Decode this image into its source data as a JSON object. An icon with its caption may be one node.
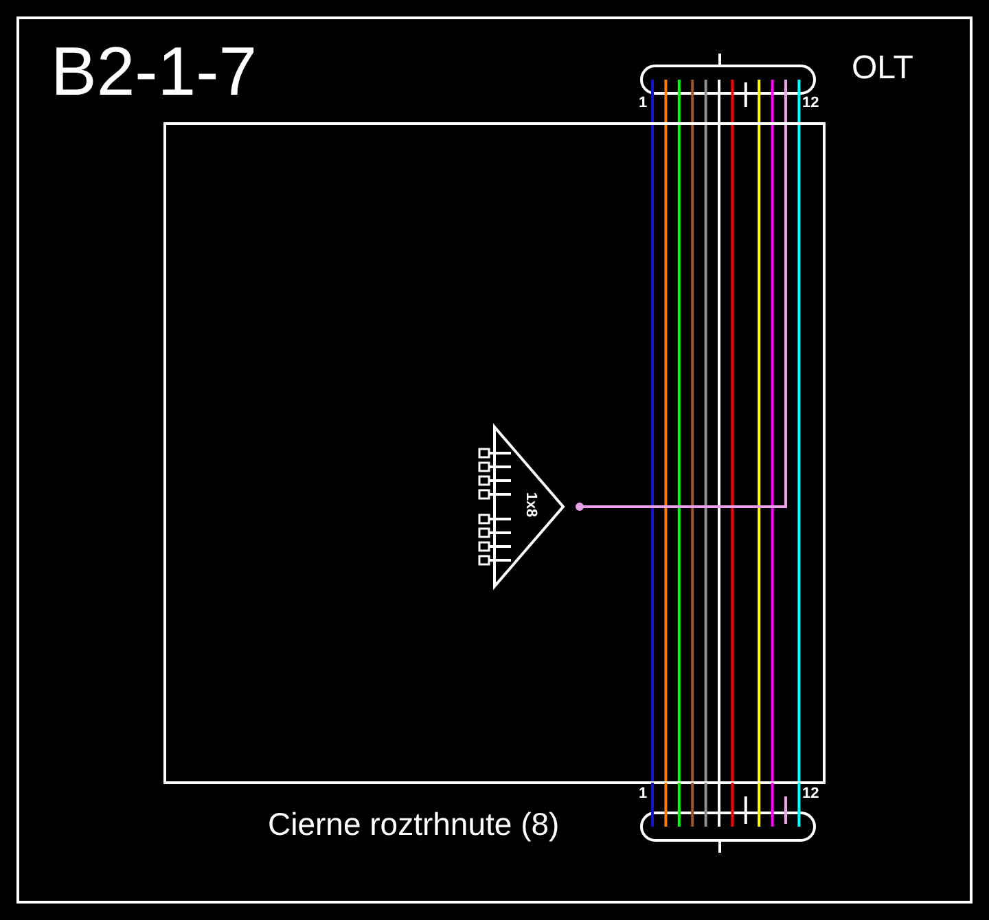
{
  "diagram": {
    "title": "B2-1-7",
    "nodes": [
      {
        "text": [
          "1",
          "12"
        ],
        "beside": [
          "OLT"
        ]
      },
      {
        "text": [],
        "shape": "box"
      },
      {
        "text": [
          "1x8"
        ],
        "in": 1
      },
      {
        "text": [
          "1",
          "12"
        ],
        "beside": [
          "Cierne roztrhnute (8)"
        ]
      }
    ],
    "edges": [
      {
        "from": 0,
        "to": 3,
        "arrow": "none",
        "color": "#1414c8"
      },
      {
        "from": 0,
        "to": 3,
        "arrow": "none",
        "color": "#ff8000"
      },
      {
        "from": 0,
        "to": 3,
        "arrow": "none",
        "color": "#00ff00"
      },
      {
        "from": 0,
        "to": 3,
        "arrow": "none",
        "color": "#a0522d"
      },
      {
        "from": 0,
        "to": 3,
        "arrow": "none",
        "color": "#909090"
      },
      {
        "from": 0,
        "to": 3,
        "arrow": "none",
        "color": "#ffffff"
      },
      {
        "from": 0,
        "to": 3,
        "arrow": "none",
        "color": "#ff0000"
      },
      {
        "from": 0,
        "to": 3,
        "arrow": "none",
        "color": "#ffff00"
      },
      {
        "from": 0,
        "to": 3,
        "arrow": "none",
        "color": "#ff00ff"
      },
      {
        "from": 0,
        "to": 3,
        "arrow": "none",
        "color": "#00ffff"
      },
      {
        "from": 2,
        "to": 0,
        "arrow": "other",
        "color": "#e8a0e8"
      }
    ]
  }
}
